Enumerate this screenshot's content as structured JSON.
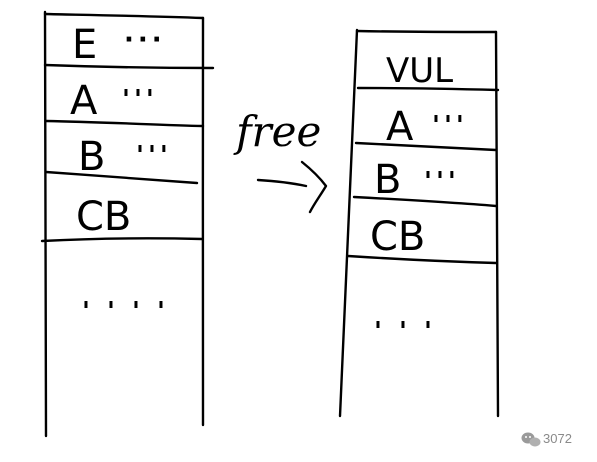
{
  "left_stack": {
    "cells": [
      {
        "letter": "E",
        "trail": "···"
      },
      {
        "letter": "A",
        "trail": "'''"
      },
      {
        "letter": "B",
        "trail": "'''"
      },
      {
        "letter": "CB",
        "trail": ""
      }
    ],
    "tail_dots": "' ' ' '"
  },
  "arrow": {
    "label": "free"
  },
  "right_stack": {
    "cells": [
      {
        "letter": "VUL",
        "trail": ""
      },
      {
        "letter": "A",
        "trail": "'''"
      },
      {
        "letter": "B",
        "trail": "'''"
      },
      {
        "letter": "CB",
        "trail": ""
      }
    ],
    "tail_dots": "' ' '"
  },
  "watermark": {
    "text": "3072"
  }
}
